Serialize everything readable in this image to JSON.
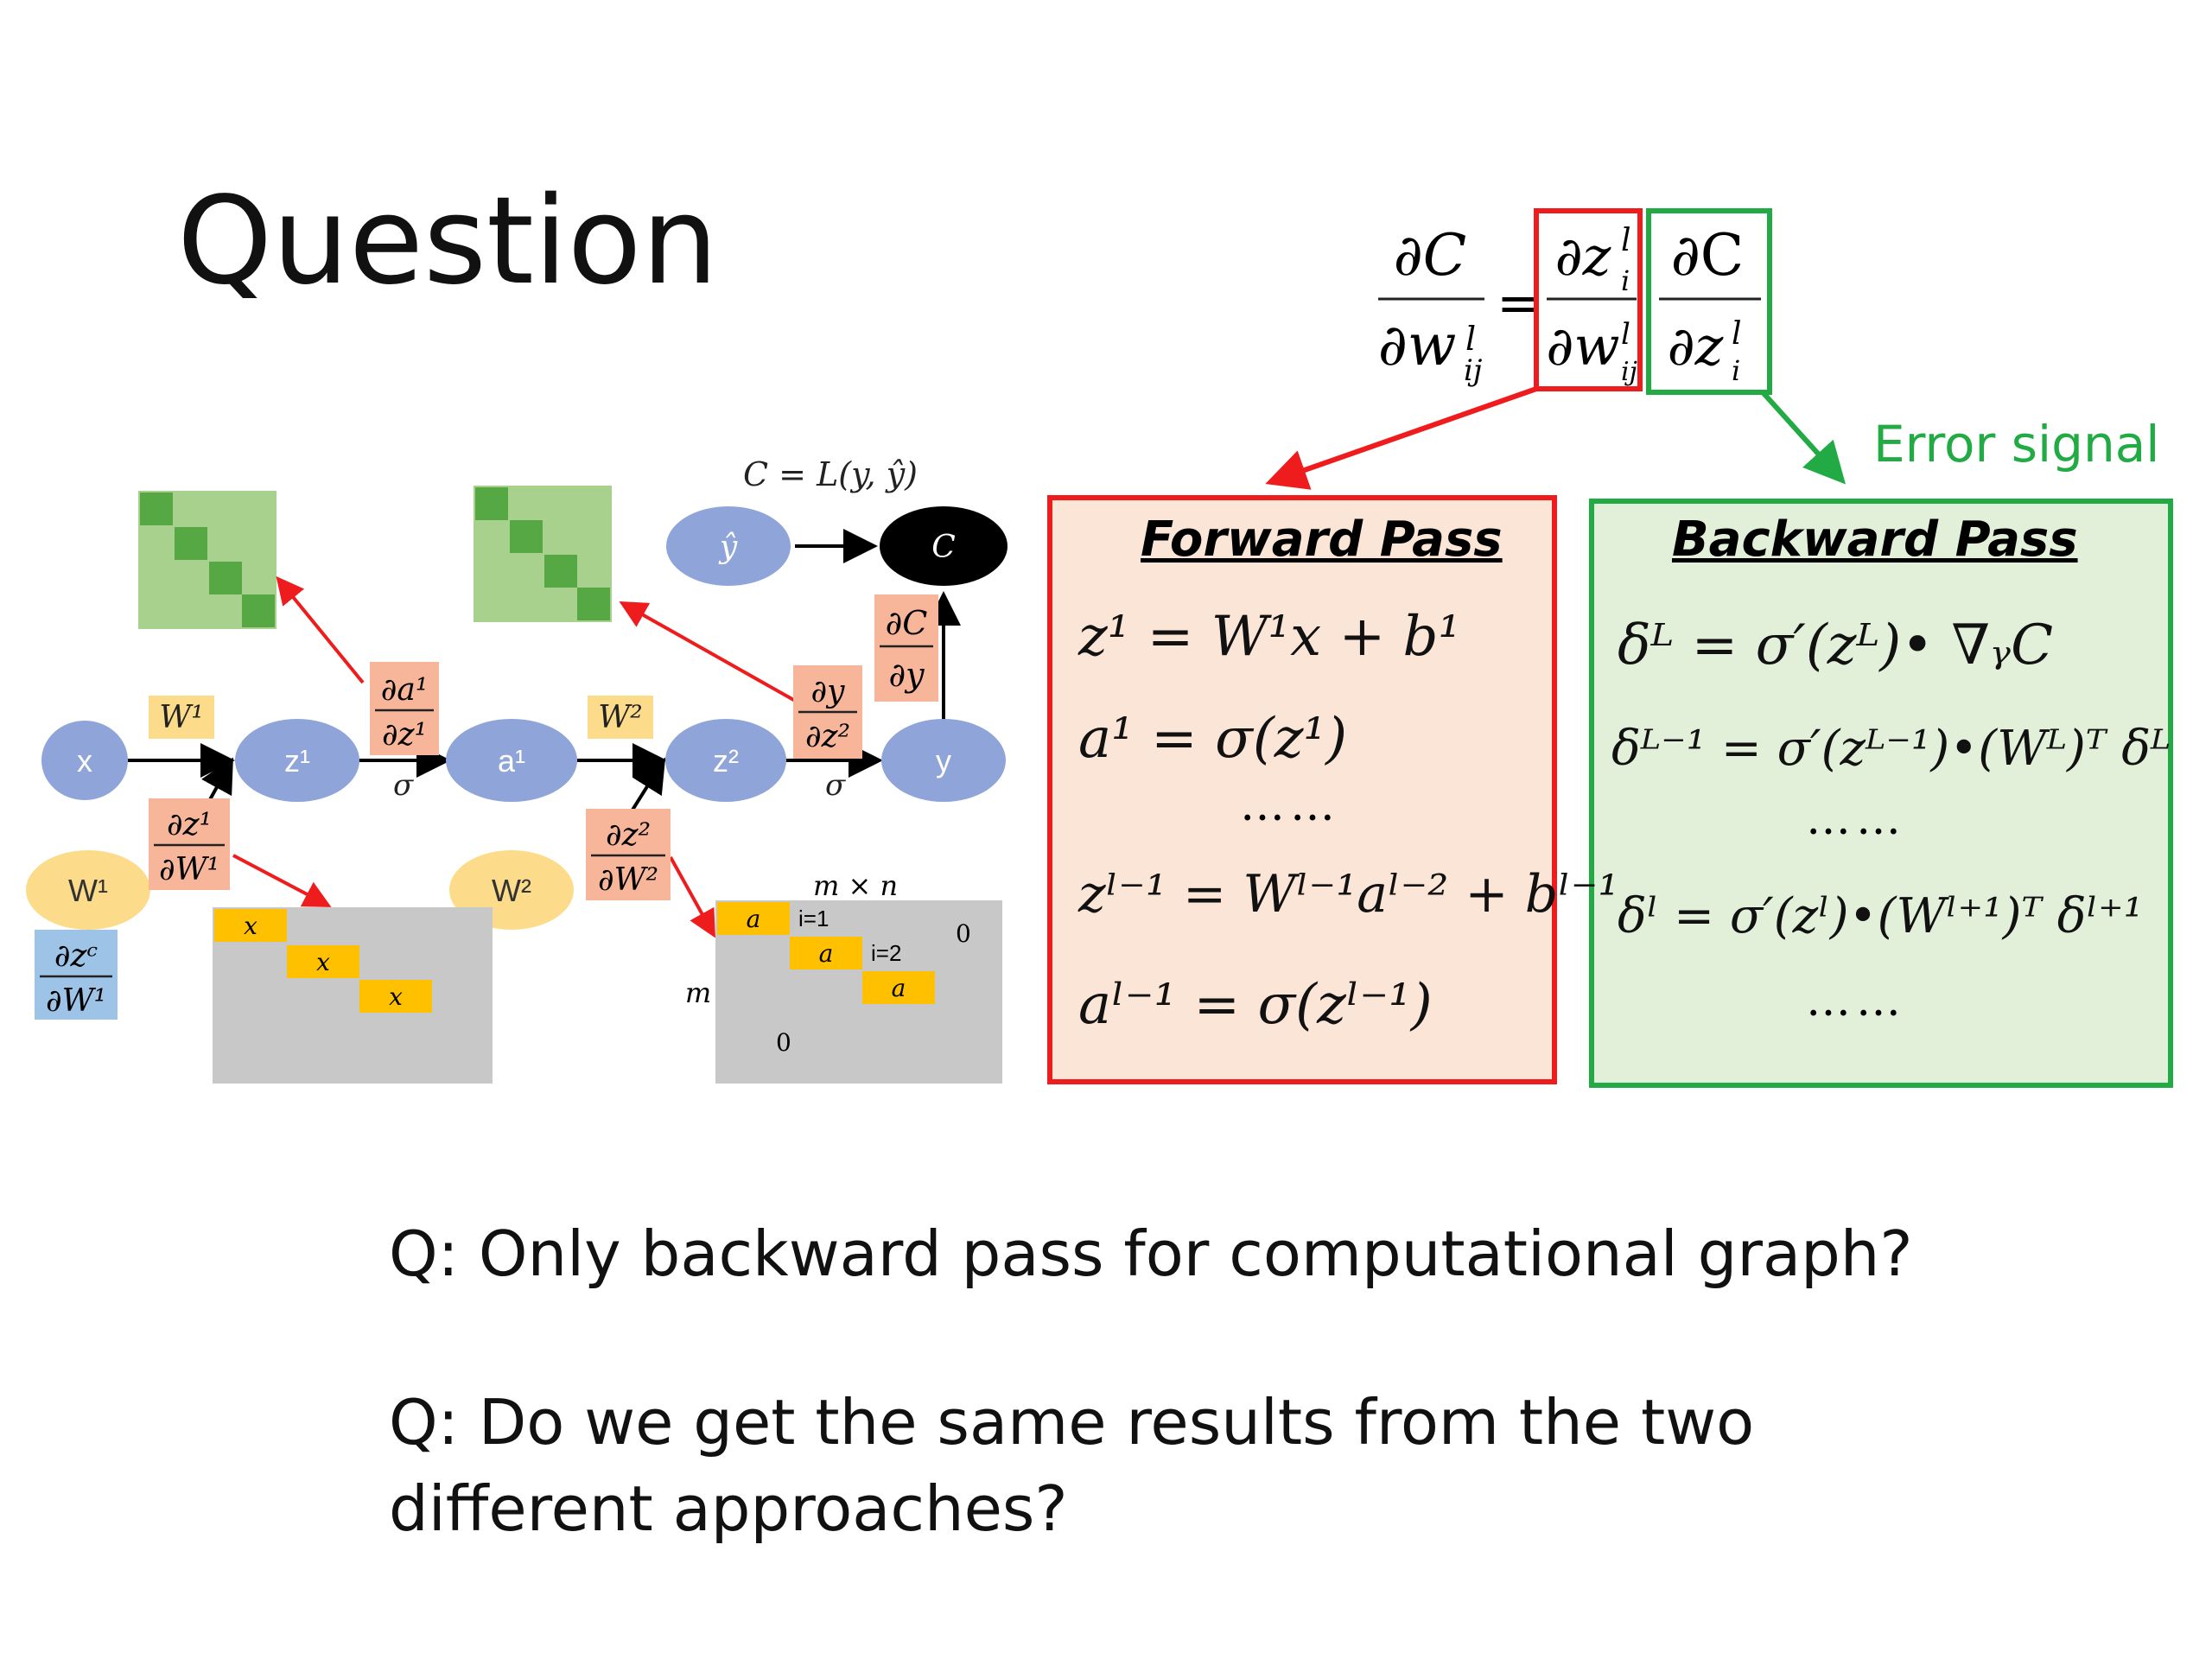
{
  "title": "Question",
  "cost_eq": "C = L(y, ŷ)",
  "graph": {
    "nodes": {
      "x": "x",
      "z1": "z¹",
      "a1": "a¹",
      "z2": "z²",
      "y": "y",
      "yhat": "ŷ",
      "c": "C",
      "w1": "W¹",
      "w2": "W²"
    },
    "edge_labels": {
      "w1": "W¹",
      "w2": "W²",
      "sigma1": "σ",
      "sigma2": "σ"
    },
    "partials": {
      "da1_num": "∂a¹",
      "da1_den": "∂z¹",
      "dy_num": "∂y",
      "dy_den": "∂z²",
      "dC_num": "∂C",
      "dC_den": "∂y",
      "dz1_num": "∂z¹",
      "dz1_den": "∂W¹",
      "dz2_num": "∂z²",
      "dz2_den": "∂W²",
      "dzc_num": "∂zᶜ",
      "dzc_den": "∂W¹"
    },
    "matrix1_cells": [
      "x",
      "x",
      "x"
    ],
    "matrix2": {
      "dims": "m × n",
      "rows_label": "m",
      "cells": [
        "a",
        "a",
        "a"
      ],
      "i1": "i=1",
      "i2": "i=2",
      "zero_top": "0",
      "zero_bottom": "0"
    }
  },
  "chain_rule": {
    "lhs_num": "∂C",
    "lhs_den": "∂w",
    "mid_num": "∂z",
    "mid_den": "∂w",
    "rhs_num": "∂C",
    "rhs_den": "∂z",
    "equals": "="
  },
  "error_signal": "Error signal",
  "forward": {
    "title": "Forward Pass",
    "lines": [
      "z¹ = W¹x + b¹",
      "a¹ = σ(z¹)",
      "……",
      "zˡ⁻¹ = Wˡ⁻¹aˡ⁻² + bˡ⁻¹",
      "aˡ⁻¹ = σ(zˡ⁻¹)"
    ]
  },
  "backward": {
    "title": "Backward Pass",
    "lines": [
      "δᴸ = σ′(zᴸ)• ∇ᵧC",
      "δᴸ⁻¹ = σ′(zᴸ⁻¹)•(Wᴸ)ᵀ δᴸ",
      "……",
      "δˡ = σ′(zˡ)•(Wˡ⁺¹)ᵀ δˡ⁺¹",
      "……"
    ]
  },
  "questions": [
    "Q: Only backward pass for computational graph?",
    "Q: Do we get the same results from the  two",
    "different approaches?"
  ],
  "colors": {
    "node": "#8fa4d8",
    "weight_node": "#fcdc8a",
    "partial_box": "#f7b69a",
    "green_box": "#a9d18e",
    "yellow": "#ffc000",
    "red": "#ee1c1c",
    "green": "#22aa44",
    "forward_bg": "#fbe5d6",
    "backward_bg": "#e2f0d9"
  }
}
